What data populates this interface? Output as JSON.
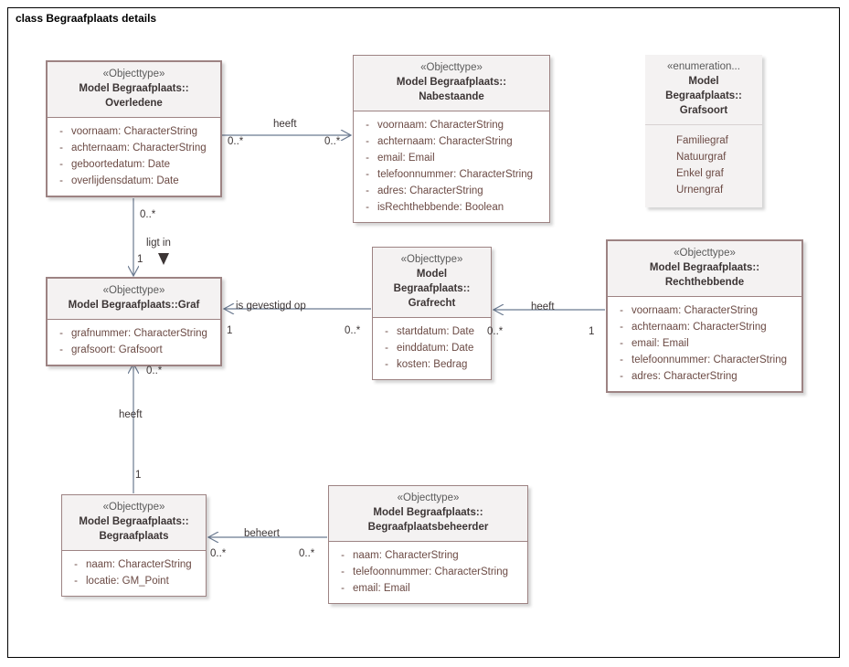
{
  "diagram": {
    "title": "class Begraafplaats details"
  },
  "classes": [
    {
      "id": "overledene",
      "stereotype": "«Objecttype»",
      "name_line1": "Model Begraafplaats::",
      "name_line2": "Overledene",
      "attributes": [
        {
          "vis": "-",
          "text": "voornaam: CharacterString"
        },
        {
          "vis": "-",
          "text": "achternaam: CharacterString"
        },
        {
          "vis": "-",
          "text": "geboortedatum: Date"
        },
        {
          "vis": "-",
          "text": "overlijdensdatum: Date"
        }
      ]
    },
    {
      "id": "nabestaande",
      "stereotype": "«Objecttype»",
      "name_line1": "Model Begraafplaats::",
      "name_line2": "Nabestaande",
      "attributes": [
        {
          "vis": "-",
          "text": "voornaam: CharacterString"
        },
        {
          "vis": "-",
          "text": "achternaam: CharacterString"
        },
        {
          "vis": "-",
          "text": "email: Email"
        },
        {
          "vis": "-",
          "text": "telefoonnummer: CharacterString"
        },
        {
          "vis": "-",
          "text": "adres: CharacterString"
        },
        {
          "vis": "-",
          "text": "isRechthebbende: Boolean"
        }
      ]
    },
    {
      "id": "grafsoort",
      "stereotype": "«enumeration...",
      "name_line1": "Model",
      "name_line2": "Begraafplaats::",
      "name_line3": "Grafsoort",
      "literals": [
        "Familiegraf",
        "Natuurgraf",
        "Enkel graf",
        "Urnengraf"
      ]
    },
    {
      "id": "graf",
      "stereotype": "«Objecttype»",
      "name_line1": "Model Begraafplaats::Graf",
      "attributes": [
        {
          "vis": "-",
          "text": "grafnummer: CharacterString"
        },
        {
          "vis": "-",
          "text": "grafsoort: Grafsoort"
        }
      ]
    },
    {
      "id": "grafrecht",
      "stereotype": "«Objecttype»",
      "name_line1": "Model",
      "name_line2": "Begraafplaats::",
      "name_line3": "Grafrecht",
      "attributes": [
        {
          "vis": "-",
          "text": "startdatum: Date"
        },
        {
          "vis": "-",
          "text": "einddatum: Date"
        },
        {
          "vis": "-",
          "text": "kosten: Bedrag"
        }
      ]
    },
    {
      "id": "rechthebbende",
      "stereotype": "«Objecttype»",
      "name_line1": "Model Begraafplaats::",
      "name_line2": "Rechthebbende",
      "attributes": [
        {
          "vis": "-",
          "text": "voornaam: CharacterString"
        },
        {
          "vis": "-",
          "text": "achternaam: CharacterString"
        },
        {
          "vis": "-",
          "text": "email: Email"
        },
        {
          "vis": "-",
          "text": "telefoonnummer: CharacterString"
        },
        {
          "vis": "-",
          "text": "adres: CharacterString"
        }
      ]
    },
    {
      "id": "begraafplaats",
      "stereotype": "«Objecttype»",
      "name_line1": "Model Begraafplaats::",
      "name_line2": "Begraafplaats",
      "attributes": [
        {
          "vis": "-",
          "text": "naam: CharacterString"
        },
        {
          "vis": "-",
          "text": "locatie: GM_Point"
        }
      ]
    },
    {
      "id": "beheerder",
      "stereotype": "«Objecttype»",
      "name_line1": "Model Begraafplaats::",
      "name_line2": "Begraafplaatsbeheerder",
      "attributes": [
        {
          "vis": "-",
          "text": "naam: CharacterString"
        },
        {
          "vis": "-",
          "text": "telefoonnummer: CharacterString"
        },
        {
          "vis": "-",
          "text": "email: Email"
        }
      ]
    }
  ],
  "associations": [
    {
      "id": "overledene-nabestaande",
      "label": "heeft",
      "source_mult": "0..*",
      "target_mult": "0..*"
    },
    {
      "id": "overledene-graf",
      "label": "ligt in",
      "source_mult": "0..*",
      "target_mult": "1"
    },
    {
      "id": "grafrecht-graf",
      "label": "is gevestigd op",
      "source_mult": "0..*",
      "target_mult": "1"
    },
    {
      "id": "rechthebbende-grafrecht",
      "label": "heeft",
      "source_mult": "1",
      "target_mult": "0..*"
    },
    {
      "id": "begraafplaats-graf",
      "label": "heeft",
      "source_mult": "1",
      "target_mult": "0..*"
    },
    {
      "id": "beheerder-begraafplaats",
      "label": "beheert",
      "source_mult": "0..*",
      "target_mult": "0..*"
    }
  ],
  "colors": {
    "border": "#9d8383",
    "header_bg": "#f4f2f2",
    "attr_text": "#6b4a44",
    "class_name": "#3c3535",
    "stereotype": "#5a5a5a",
    "connector": "#6b7a90",
    "frame": "#000000"
  }
}
